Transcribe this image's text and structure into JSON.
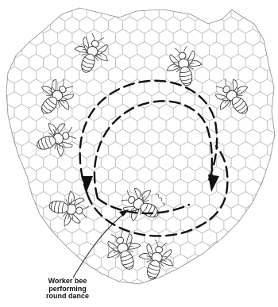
{
  "diagram": {
    "caption_lines": [
      "Worker bee",
      "performing",
      "round dance"
    ],
    "colors": {
      "background": "#ffffff",
      "comb_line": "#b3b3b3",
      "dance_path": "#111111",
      "bee_outline": "#333333"
    },
    "icons": {
      "bee": "bee-icon",
      "arrow": "arrowhead-icon"
    }
  }
}
